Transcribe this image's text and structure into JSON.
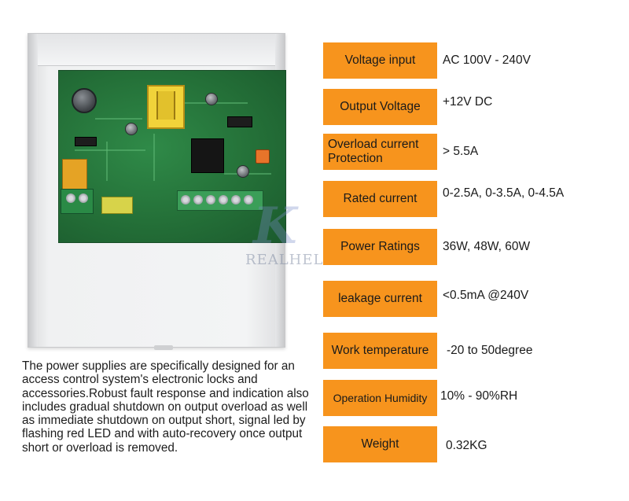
{
  "watermark": {
    "brand": "REALHELP"
  },
  "description": "The power supplies are specifically designed for an access control system's electronic locks and accessories.Robust fault response and indication also includes gradual shutdown on output overload as well as immediate shutdown on output short, signal led by flashing red LED and with auto-recovery once output short or overload is removed.",
  "specs": [
    {
      "label": "Voltage input",
      "value": "AC 100V - 240V"
    },
    {
      "label": "Output Voltage",
      "value": "+12V DC"
    },
    {
      "label": "Overload current Protection",
      "value": "> 5.5A"
    },
    {
      "label": "Rated current",
      "value": "0-2.5A, 0-3.5A, 0-4.5A"
    },
    {
      "label": "Power Ratings",
      "value": "36W, 48W, 60W"
    },
    {
      "label": "leakage current",
      "value": "<0.5mA @240V"
    },
    {
      "label": "Work temperature",
      "value": "-20 to 50degree"
    },
    {
      "label": "Operation Humidity",
      "value": "10% - 90%RH"
    },
    {
      "label": "Weight",
      "value": "0.32KG"
    }
  ],
  "colors": {
    "accent": "#f7941d",
    "text": "#1a1a1a",
    "pcb": "#247038"
  }
}
